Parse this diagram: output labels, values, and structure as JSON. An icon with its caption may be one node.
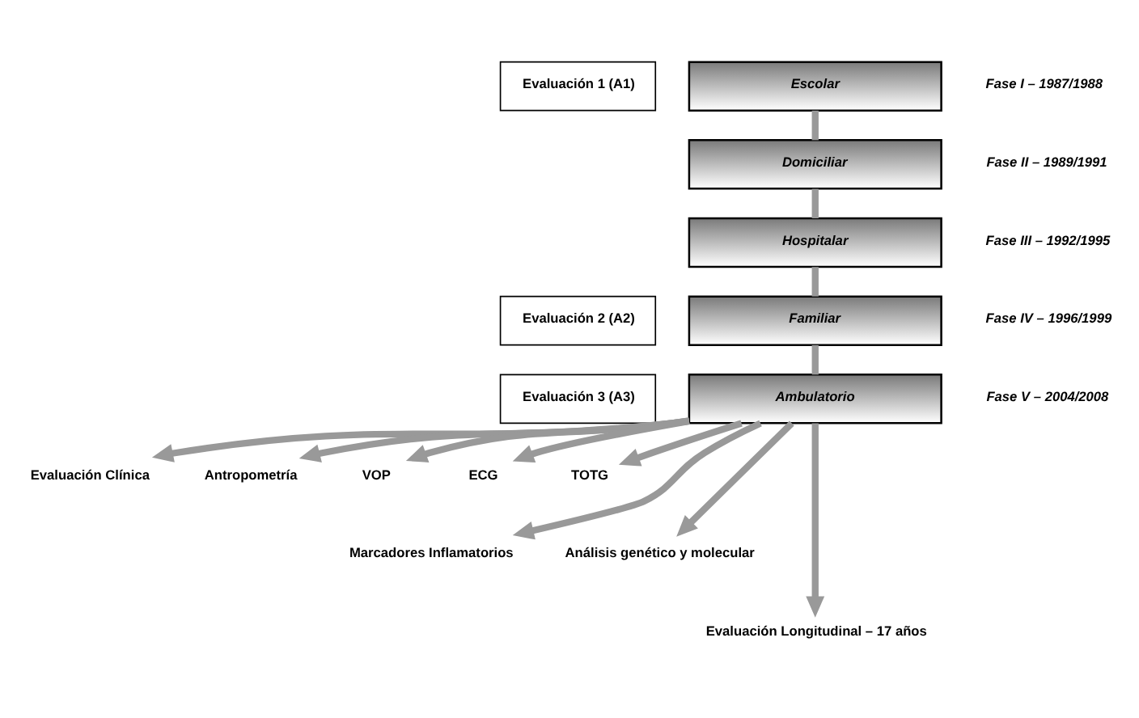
{
  "diagram": {
    "nodes": [
      {
        "text": [
          "Evaluación 1 (A1)"
        ]
      },
      {
        "text": [
          "Escolar"
        ],
        "beside": [
          "Fase I – 1987/1988"
        ]
      },
      {
        "text": [
          "Domiciliar"
        ],
        "beside": [
          "Fase II – 1989/1991"
        ]
      },
      {
        "text": [
          "Hospitalar"
        ],
        "beside": [
          "Fase III – 1992/1995"
        ]
      },
      {
        "text": [
          "Evaluación 2 (A2)"
        ]
      },
      {
        "text": [
          "Familiar"
        ],
        "beside": [
          "Fase IV – 1996/1999"
        ]
      },
      {
        "text": [
          "Evaluación 3 (A3)"
        ]
      },
      {
        "text": [
          "Ambulatorio"
        ],
        "beside": [
          "Fase V – 2004/2008"
        ]
      },
      {
        "text": [
          "Evaluación Clínica"
        ]
      },
      {
        "text": [
          "Antropometría"
        ]
      },
      {
        "text": [
          "VOP"
        ]
      },
      {
        "text": [
          "ECG"
        ]
      },
      {
        "text": [
          "TOTG"
        ]
      },
      {
        "text": [
          "Marcadores Inflamatorios"
        ]
      },
      {
        "text": [
          "Análisis genético y molecular"
        ]
      },
      {
        "text": [
          "Evaluación Longitudinal – 17 años"
        ]
      }
    ],
    "edges": [
      {
        "from": 1,
        "to": 2,
        "arrow": "none"
      },
      {
        "from": 2,
        "to": 3,
        "arrow": "none"
      },
      {
        "from": 3,
        "to": 5,
        "arrow": "none"
      },
      {
        "from": 5,
        "to": 7,
        "arrow": "none"
      },
      {
        "from": 7,
        "to": 8,
        "arrow": "to"
      },
      {
        "from": 7,
        "to": 9,
        "arrow": "to"
      },
      {
        "from": 7,
        "to": 10,
        "arrow": "to"
      },
      {
        "from": 7,
        "to": 11,
        "arrow": "to"
      },
      {
        "from": 7,
        "to": 12,
        "arrow": "to"
      },
      {
        "from": 7,
        "to": 13,
        "arrow": "to"
      },
      {
        "from": 7,
        "to": 14,
        "arrow": "to"
      },
      {
        "from": 7,
        "to": 15,
        "arrow": "to"
      }
    ]
  }
}
